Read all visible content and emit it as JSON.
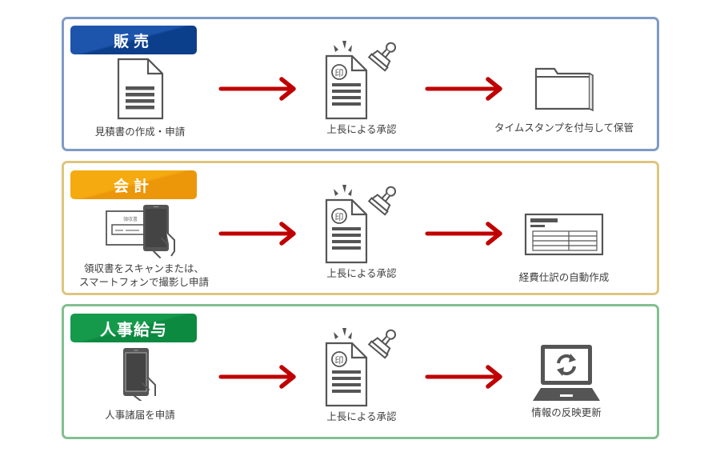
{
  "colors": {
    "sales_border": "#7f9bc6",
    "accounting_border": "#dcc67e",
    "hr_border": "#82bf90",
    "sales_badge": "#0b3f8c",
    "accounting_badge": "#f0a00c",
    "hr_badge": "#0f9045",
    "arrow": "#c00000",
    "icon_gray": "#555555"
  },
  "sections": [
    {
      "title": "販売",
      "steps": [
        {
          "icon": "document-icon",
          "label": "見積書の作成・申請"
        },
        {
          "icon": "stamp-approval-icon",
          "label": "上長による承認"
        },
        {
          "icon": "folder-icon",
          "label": "タイムスタンプを付与して保管"
        }
      ]
    },
    {
      "title": "会計",
      "steps": [
        {
          "icon": "receipt-smartphone-icon",
          "label_lines": [
            "領収書をスキャンまたは、",
            "スマートフォンで撮影し申請"
          ],
          "receipt_text": "領収書"
        },
        {
          "icon": "stamp-approval-icon",
          "label": "上長による承認"
        },
        {
          "icon": "ledger-table-icon",
          "label": "経費仕訳の自動作成"
        }
      ]
    },
    {
      "title": "人事給与",
      "steps": [
        {
          "icon": "smartphone-hand-icon",
          "label": "人事諸届を申請"
        },
        {
          "icon": "stamp-approval-icon",
          "label": "上長による承認"
        },
        {
          "icon": "laptop-refresh-icon",
          "label": "情報の反映更新"
        }
      ]
    }
  ],
  "stamp_char": "印"
}
